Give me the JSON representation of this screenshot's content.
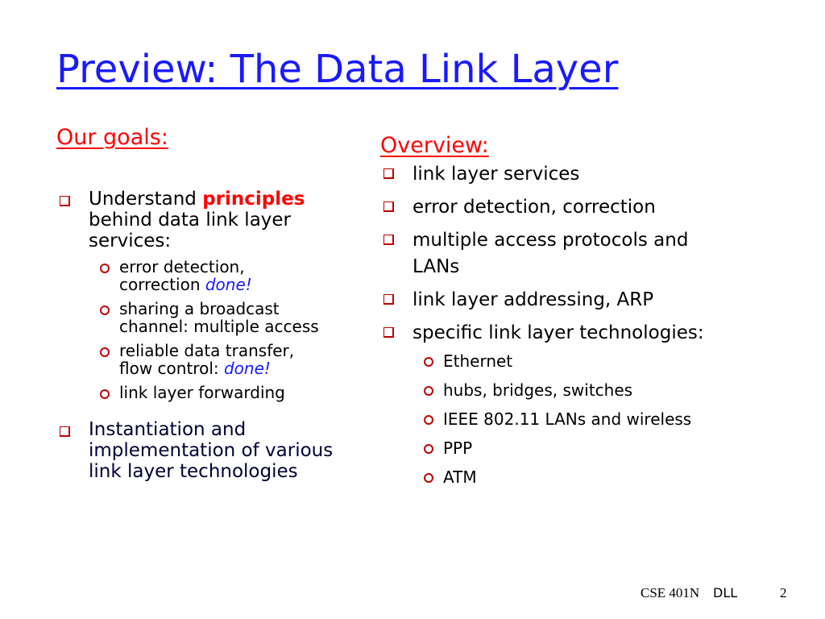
{
  "slide": {
    "title": "Preview: The Data Link Layer",
    "left": {
      "heading": "Our goals:",
      "bullet1": {
        "prefix": "Understand ",
        "highlight": "principles",
        "rest1": "behind data link layer",
        "rest2": "services:",
        "subitems": [
          {
            "line1": "error detection,",
            "line2": "correction ",
            "done": "done!"
          },
          {
            "line1": "sharing a broadcast",
            "line2": "channel: multiple access",
            "done": ""
          },
          {
            "line1": "reliable data transfer,",
            "line2": "flow control: ",
            "done": "done!"
          },
          {
            "line1": "link layer forwarding",
            "line2": "",
            "done": ""
          }
        ]
      },
      "bullet2": {
        "line1": "Instantiation and",
        "line2": "implementation of various",
        "line3": "link layer technologies"
      }
    },
    "right": {
      "heading": "Overview:",
      "items": [
        "link layer services",
        "error detection, correction",
        "multiple access protocols and",
        "LANs",
        "link layer addressing, ARP",
        "specific link layer technologies:"
      ],
      "subitems": [
        "Ethernet",
        "hubs, bridges, switches",
        "IEEE 802.11 LANs and wireless",
        "PPP",
        "ATM"
      ]
    },
    "footer": {
      "course": "CSE 401N",
      "topic": "DLL",
      "page": "2"
    }
  }
}
